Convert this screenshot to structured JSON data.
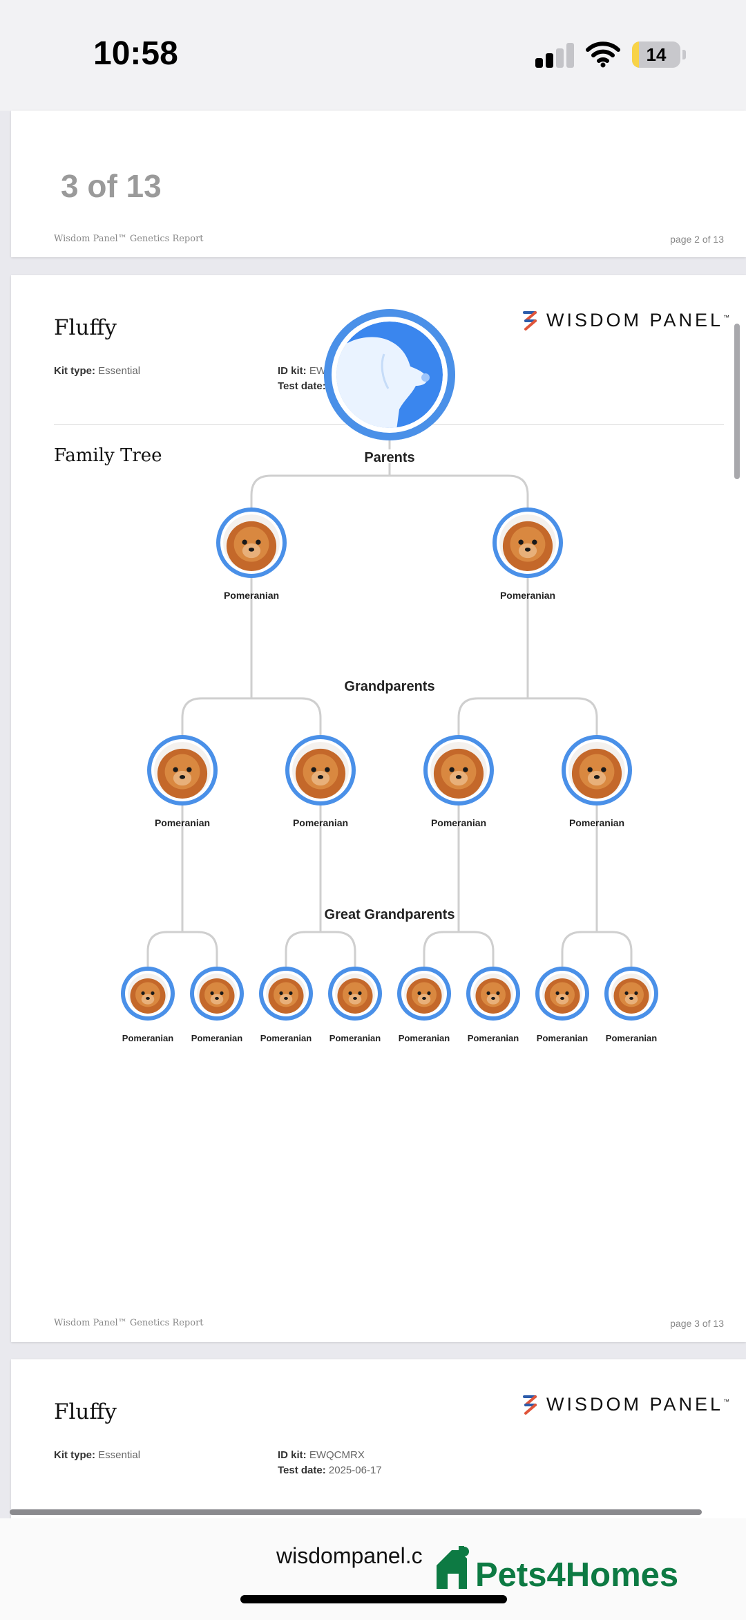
{
  "status_bar": {
    "time": "10:58",
    "battery": "14",
    "battery_level": 0.14
  },
  "pages": {
    "previous": {
      "page_indicator": "3 of 13",
      "footer_left": "Wisdom Panel™ Genetics Report",
      "footer_right": "page 2 of 13"
    },
    "current": {
      "pet_name": "Fluffy",
      "kit_type_label": "Kit type:",
      "kit_type_value": "Essential",
      "kit_id_label": "ID kit:",
      "kit_id_value": "EWQCMRX",
      "test_date_label": "Test date:",
      "test_date_value": "2025-06-17",
      "section_title": "Family Tree",
      "footer_left": "Wisdom Panel™ Genetics Report",
      "footer_right": "page 3 of 13"
    },
    "next": {
      "pet_name": "Fluffy",
      "kit_type_label": "Kit type:",
      "kit_type_value": "Essential",
      "kit_id_label": "ID kit:",
      "kit_id_value": "EWQCMRX",
      "test_date_label": "Test date:",
      "test_date_value": "2025-06-17"
    }
  },
  "brand": {
    "name": "WISDOM PANEL",
    "tm": "™"
  },
  "family_tree": {
    "parents_label": "Parents",
    "grandparents_label": "Grandparents",
    "great_grandparents_label": "Great Grandparents",
    "parents": [
      "Pomeranian",
      "Pomeranian"
    ],
    "grandparents": [
      "Pomeranian",
      "Pomeranian",
      "Pomeranian",
      "Pomeranian"
    ],
    "great_grandparents": [
      "Pomeranian",
      "Pomeranian",
      "Pomeranian",
      "Pomeranian",
      "Pomeranian",
      "Pomeranian",
      "Pomeranian",
      "Pomeranian"
    ]
  },
  "browser": {
    "url": "wisdompanel.c"
  },
  "watermark": {
    "text": "Pets4Homes"
  },
  "colors": {
    "ring_blue": "#4a90e8",
    "accent_green": "#0d7a43",
    "line_gray": "#cfcfcf"
  }
}
